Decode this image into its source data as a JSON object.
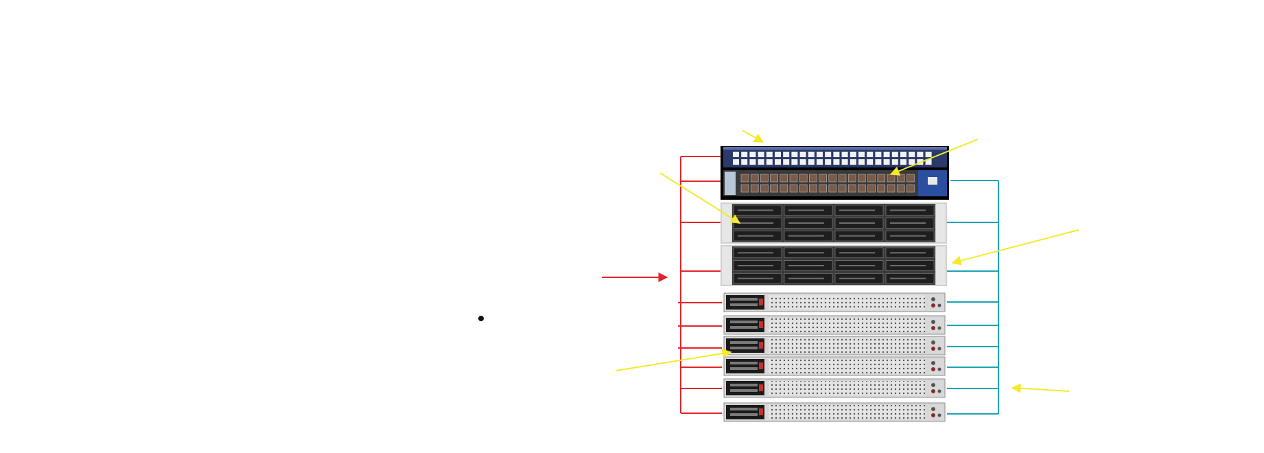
{
  "diagram": {
    "bullet_text": "",
    "colors": {
      "background": "#ffffff",
      "management_network": "#e3242b",
      "data_network": "#1aa3b5",
      "callout_arrow": "#f3ea2a",
      "switch_body": "#2a3a6a",
      "switch_sfp_panel": "#2b4fa0",
      "storage_chassis": "#3a3a3a",
      "server_chassis": "#d8d8d8"
    },
    "rack": {
      "switches": [
        {
          "kind": "ethernet-48-port-switch",
          "icon": "ethernet-switch-icon"
        },
        {
          "kind": "sfp-36-port-switch",
          "icon": "infiniband-switch-icon"
        }
      ],
      "storage_servers": [
        {
          "kind": "storage-2u",
          "drive_bays": 12,
          "icon": "storage-server-icon"
        },
        {
          "kind": "storage-2u",
          "drive_bays": 12,
          "icon": "storage-server-icon"
        }
      ],
      "compute_servers": [
        {
          "kind": "compute-1u",
          "icon": "compute-server-icon"
        },
        {
          "kind": "compute-1u",
          "icon": "compute-server-icon"
        },
        {
          "kind": "compute-1u",
          "icon": "compute-server-icon"
        },
        {
          "kind": "compute-1u",
          "icon": "compute-server-icon"
        },
        {
          "kind": "compute-1u",
          "icon": "compute-server-icon"
        },
        {
          "kind": "compute-1u",
          "icon": "compute-server-icon"
        }
      ]
    },
    "callouts": [
      {
        "target": "ethernet-switch"
      },
      {
        "target": "sfp-switch"
      },
      {
        "target": "storage-server"
      },
      {
        "target": "storage-server-right"
      },
      {
        "target": "management-network"
      },
      {
        "target": "compute-server"
      },
      {
        "target": "data-network"
      }
    ]
  }
}
